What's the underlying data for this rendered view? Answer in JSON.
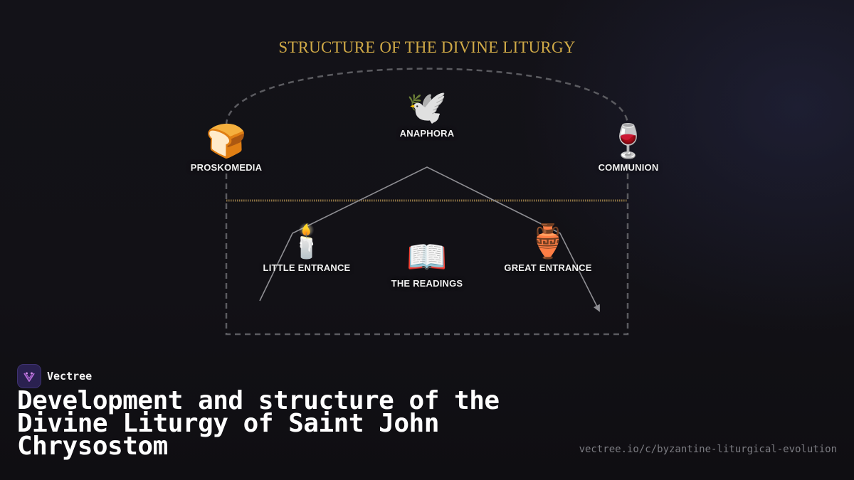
{
  "diagram": {
    "title": "STRUCTURE OF THE DIVINE LITURGY",
    "nodes": [
      {
        "id": "proskomedia",
        "label": "PROSKOMEDIA",
        "icon": "bread-icon",
        "glyph": "🍞"
      },
      {
        "id": "anaphora",
        "label": "ANAPHORA",
        "icon": "dove-icon",
        "glyph": "🕊️"
      },
      {
        "id": "communion",
        "label": "COMMUNION",
        "icon": "wine-glass-icon",
        "glyph": "🍷"
      },
      {
        "id": "little-entrance",
        "label": "LITTLE ENTRANCE",
        "icon": "candle-icon",
        "glyph": "🕯️"
      },
      {
        "id": "readings",
        "label": "THE READINGS",
        "icon": "open-book-icon",
        "glyph": "📖"
      },
      {
        "id": "great-entrance",
        "label": "GREAT ENTRANCE",
        "icon": "amphora-icon",
        "glyph": "🏺"
      }
    ]
  },
  "footer": {
    "brand_name": "Vectree",
    "headline": "Development and structure of the Divine Liturgy of Saint John Chrysostom",
    "url": "vectree.io/c/byzantine-liturgical-evolution"
  },
  "colors": {
    "title": "#cfa947",
    "divider": "#8c7343",
    "dashed_outline": "#5b5b60",
    "connector": "#8e8e93",
    "brand_logo_bg": "#2a2150",
    "brand_logo_mark": "#b46ad8"
  }
}
